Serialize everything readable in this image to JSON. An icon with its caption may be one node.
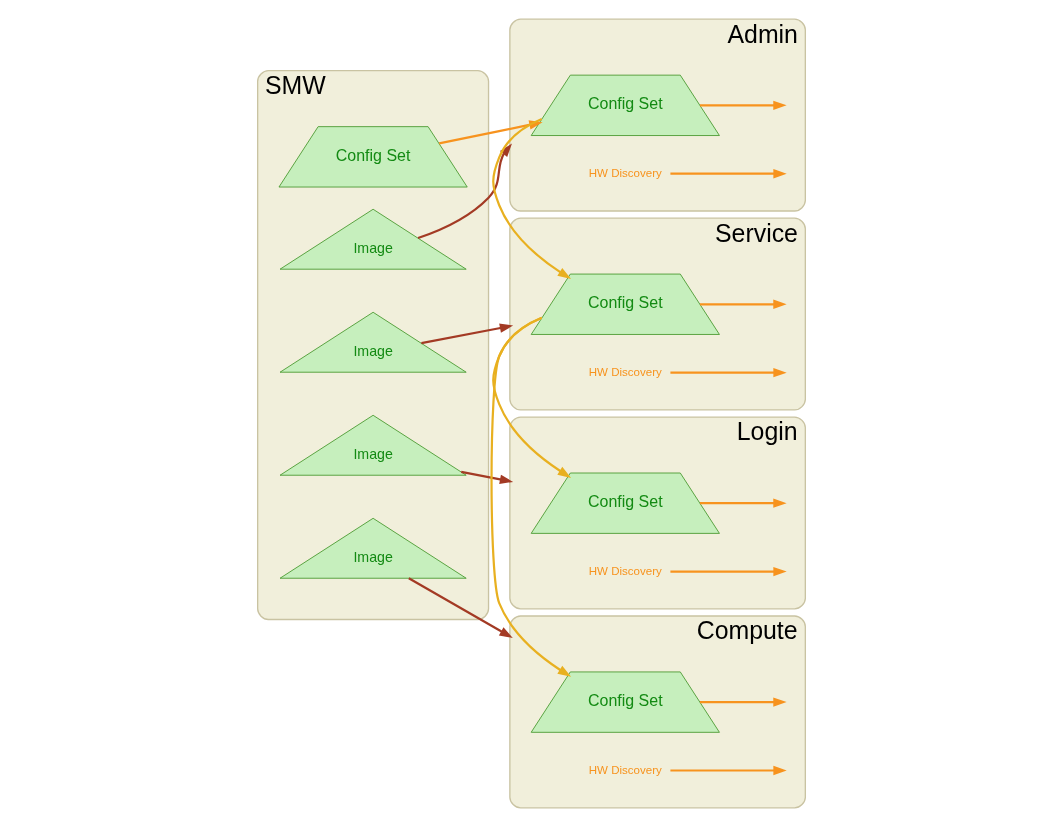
{
  "diagram": {
    "nodes": [
      {
        "text": [
          "SMW"
        ]
      },
      {
        "text": [
          "Config Set"
        ],
        "in": 0
      },
      {
        "text": [
          "Image"
        ],
        "in": 0
      },
      {
        "text": [
          "Image"
        ],
        "in": 0
      },
      {
        "text": [
          "Image"
        ],
        "in": 0
      },
      {
        "text": [
          "Image"
        ],
        "in": 0
      },
      {
        "text": [
          "Admin"
        ]
      },
      {
        "text": [
          "Config Set"
        ],
        "in": 6
      },
      {
        "text": [
          "HW Discovery"
        ],
        "in": 6
      },
      {
        "text": [
          "Service"
        ]
      },
      {
        "text": [
          "Config Set"
        ],
        "in": 9
      },
      {
        "text": [
          "HW Discovery"
        ],
        "in": 9
      },
      {
        "text": [
          "Login"
        ]
      },
      {
        "text": [
          "Config Set"
        ],
        "in": 12
      },
      {
        "text": [
          "HW Discovery"
        ],
        "in": 12
      },
      {
        "text": [
          "Compute"
        ]
      },
      {
        "text": [
          "Config Set"
        ],
        "in": 15
      },
      {
        "text": [
          "HW Discovery"
        ],
        "in": 15
      }
    ],
    "edges": [
      {
        "from": 1,
        "to": 7,
        "arrow": "to"
      },
      {
        "from": 2,
        "to": 6,
        "arrow": "to",
        "color": "#a33a24"
      },
      {
        "from": 3,
        "to": 9,
        "arrow": "to",
        "color": "#a33a24"
      },
      {
        "from": 4,
        "to": 12,
        "arrow": "to",
        "color": "#a33a24"
      },
      {
        "from": 5,
        "to": 15,
        "arrow": "to",
        "color": "#a33a24"
      },
      {
        "from": 7,
        "to": 10,
        "arrow": "to",
        "color": "#e8b020"
      },
      {
        "from": 10,
        "to": 13,
        "arrow": "to",
        "color": "#e8b020"
      },
      {
        "from": 10,
        "to": 16,
        "arrow": "to",
        "color": "#e8b020"
      },
      {
        "from": 8,
        "to": null,
        "arrow": "to"
      },
      {
        "from": 7,
        "to": null,
        "arrow": "to"
      },
      {
        "from": 11,
        "to": null,
        "arrow": "to"
      },
      {
        "from": 10,
        "to": null,
        "arrow": "to"
      },
      {
        "from": 14,
        "to": null,
        "arrow": "to"
      },
      {
        "from": 13,
        "to": null,
        "arrow": "to"
      },
      {
        "from": 17,
        "to": null,
        "arrow": "to"
      },
      {
        "from": 16,
        "to": null,
        "arrow": "to"
      }
    ]
  }
}
